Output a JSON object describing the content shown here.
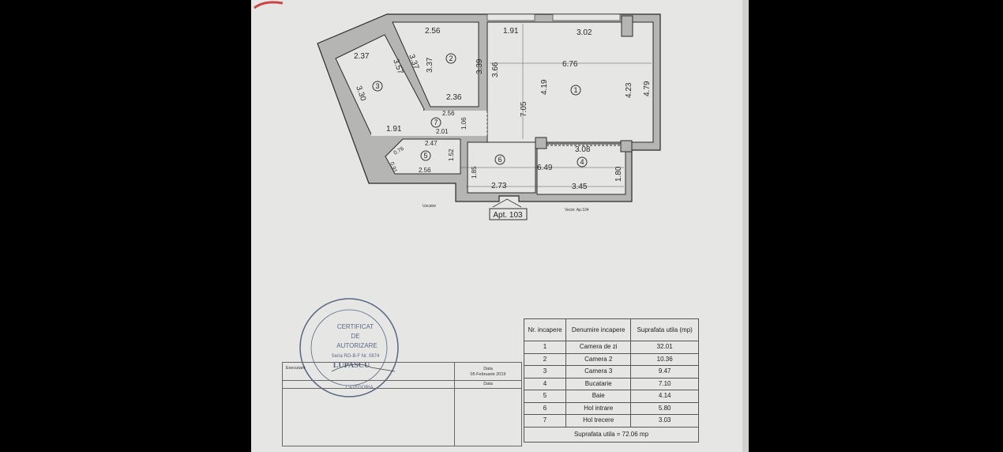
{
  "document": {
    "apartment_label": "Apt. 103",
    "left_note": "Uscator",
    "right_note": "Vecin: Ap.104",
    "room_numbers": [
      "1",
      "2",
      "3",
      "4",
      "5",
      "6",
      "7"
    ],
    "dimensions": {
      "d1": "2.56",
      "d2": "1.91",
      "d3": "3.02",
      "d4": "2.37",
      "d5": "3.57",
      "d6": "3.37",
      "d7": "3.37",
      "d8": "3.39",
      "d9": "3.66",
      "d10": "6.76",
      "d11": "4.19",
      "d12": "7.05",
      "d13": "4.23",
      "d14": "4.79",
      "d15": "3.30",
      "d16": "2.36",
      "d17": "2.56",
      "d18": "1.06",
      "d19": "1.91",
      "d20": "2.01",
      "d21": "2.47",
      "d22": "0.76",
      "d23": "0.91",
      "d24": "1.52",
      "d25": "2.56",
      "d26": "1.85",
      "d27": "2.73",
      "d28": "6.49",
      "d29": "3.08",
      "d30": "3.45",
      "d31": "1.80"
    }
  },
  "table": {
    "headers": [
      "Nr. incapere",
      "Denumire incapere",
      "Suprafata utila (mp)"
    ],
    "rows": [
      {
        "nr": "1",
        "name": "Camera de zi",
        "area": "32.01"
      },
      {
        "nr": "2",
        "name": "Camera 2",
        "area": "10.36"
      },
      {
        "nr": "3",
        "name": "Camera 3",
        "area": "9.47"
      },
      {
        "nr": "4",
        "name": "Bucatarie",
        "area": "7.10"
      },
      {
        "nr": "5",
        "name": "Baie",
        "area": "4.14"
      },
      {
        "nr": "6",
        "name": "Hol intrare",
        "area": "5.80"
      },
      {
        "nr": "7",
        "name": "Hol trecere",
        "area": "3.03"
      }
    ],
    "total": "Suprafata utila = 72.06 mp"
  },
  "form": {
    "executant_label": "Executant",
    "date_label": "Data",
    "date_value": "05 Februarie 2019",
    "date_label_2": "Data"
  },
  "stamp": {
    "lines": [
      "CERTIFICAT",
      "DE",
      "AUTORIZARE",
      "Seria RO-B-F Nr. 0874",
      "LUPASCU",
      "CATEGORIA"
    ],
    "ink_color": "#4a5a78"
  },
  "colors": {
    "paper": "#e6e6e4",
    "wall_fill": "#b5b5b3",
    "line": "#2a2a2a"
  }
}
